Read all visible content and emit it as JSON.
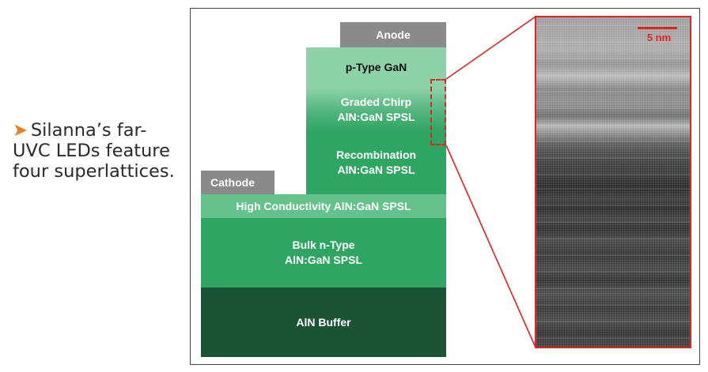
{
  "caption": {
    "arrow": "➤",
    "text": "Silanna’s far-UVC LEDs feature four superlattices."
  },
  "diagram": {
    "contacts": {
      "anode": "Anode",
      "cathode": "Cathode"
    },
    "layers": {
      "p_type": [
        "p-Type GaN"
      ],
      "graded_chirp": [
        "Graded Chirp",
        "AlN:GaN SPSL"
      ],
      "recombination": [
        "Recombination",
        "AlN:GaN SPSL"
      ],
      "high_conductivity": [
        "High Conductivity AlN:GaN SPSL"
      ],
      "bulk_n": [
        "Bulk n-Type",
        "AlN:GaN SPSL"
      ],
      "aln_buffer": [
        "AlN Buffer"
      ]
    },
    "micrograph": {
      "scale_label": "5 nm"
    }
  },
  "colors": {
    "accent_arrow": "#ef7d1a",
    "highlight_red": "#e02424",
    "contact_gray": "#8a8a8a",
    "buffer_green": "#1b5435",
    "bulk_green": "#2ea563",
    "hc_green": "#65c18b",
    "recomb_green": "#2ea563",
    "ptype_green": "#8ed2aa"
  }
}
